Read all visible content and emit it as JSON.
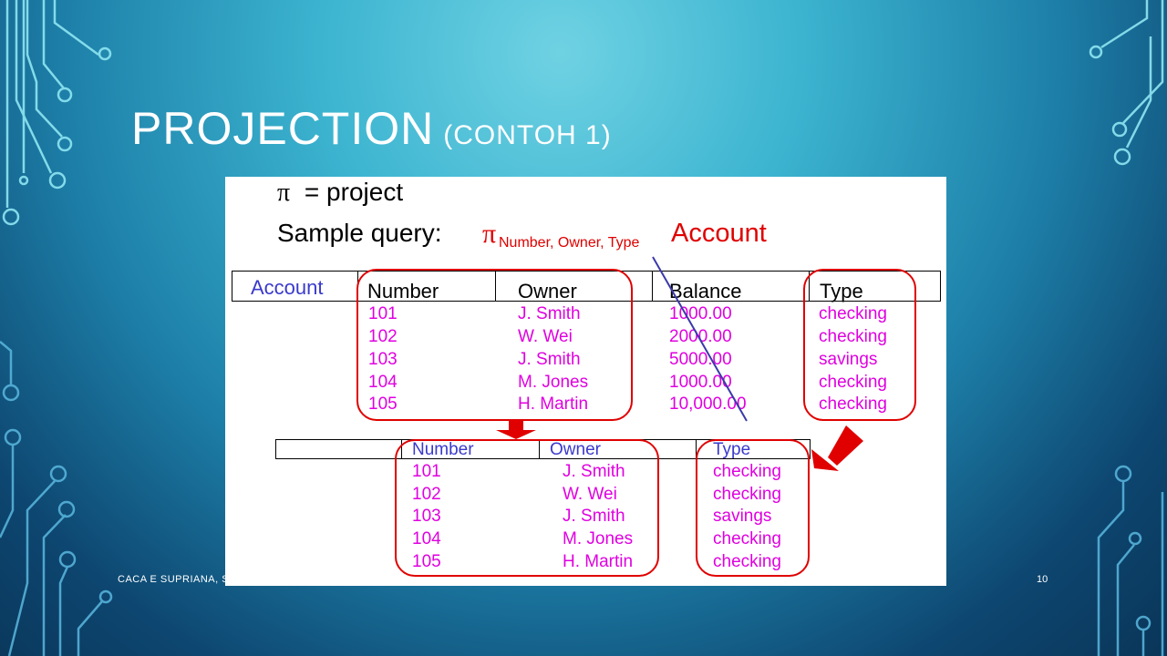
{
  "slide": {
    "title": "PROJECTION",
    "subtitle": "(CONTOH 1)",
    "footer_left": "CACA E SUPRIANA, S",
    "page_number": "10"
  },
  "content": {
    "pi_line": {
      "symbol": "π",
      "text": "= project"
    },
    "query_line": {
      "label": "Sample query:",
      "symbol": "π",
      "subscript": "Number, Owner, Type",
      "relation": "Account"
    },
    "source_table": {
      "name": "Account",
      "columns": [
        "Number",
        "Owner",
        "Balance",
        "Type"
      ],
      "rows": [
        [
          "101",
          "J. Smith",
          "1000.00",
          "checking"
        ],
        [
          "102",
          "W. Wei",
          "2000.00",
          "checking"
        ],
        [
          "103",
          "J. Smith",
          "5000.00",
          "savings"
        ],
        [
          "104",
          "M. Jones",
          "1000.00",
          "checking"
        ],
        [
          "105",
          "H. Martin",
          "10,000.00",
          "checking"
        ]
      ]
    },
    "result_table": {
      "columns": [
        "Number",
        "Owner",
        "Type"
      ],
      "rows": [
        [
          "101",
          "J. Smith",
          "checking"
        ],
        [
          "102",
          "W. Wei",
          "checking"
        ],
        [
          "103",
          "J. Smith",
          "savings"
        ],
        [
          "104",
          "M. Jones",
          "checking"
        ],
        [
          "105",
          "H. Martin",
          "checking"
        ]
      ]
    }
  },
  "colors": {
    "accent_red": "#e00000",
    "cell_magenta": "#e000e0",
    "header_blue": "#3a3acc"
  }
}
